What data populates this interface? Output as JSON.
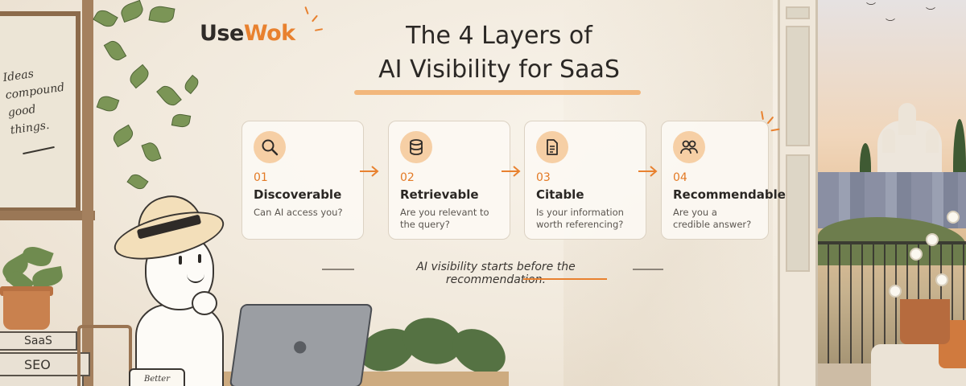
{
  "brand": {
    "name_prefix": "Use",
    "name_accent": "Wok",
    "accent_color": "#e8812f"
  },
  "header": {
    "title_line1": "The 4 Layers of",
    "title_line2": "AI Visibility for SaaS"
  },
  "board": {
    "line1": "Ideas",
    "line2": "compound",
    "line3": "good things."
  },
  "books": [
    "SaaS",
    "SEO"
  ],
  "mug_text": "Better",
  "layers": [
    {
      "icon": "search-icon",
      "number": "01",
      "title": "Discoverable",
      "description": "Can AI access you?"
    },
    {
      "icon": "database-icon",
      "number": "02",
      "title": "Retrievable",
      "description": "Are you relevant to the query?"
    },
    {
      "icon": "document-icon",
      "number": "03",
      "title": "Citable",
      "description": "Is your information worth referencing?"
    },
    {
      "icon": "users-icon",
      "number": "04",
      "title": "Recommendable",
      "description": "Are you a credible answer?"
    }
  ],
  "tagline": "AI visibility starts before the recommendation."
}
